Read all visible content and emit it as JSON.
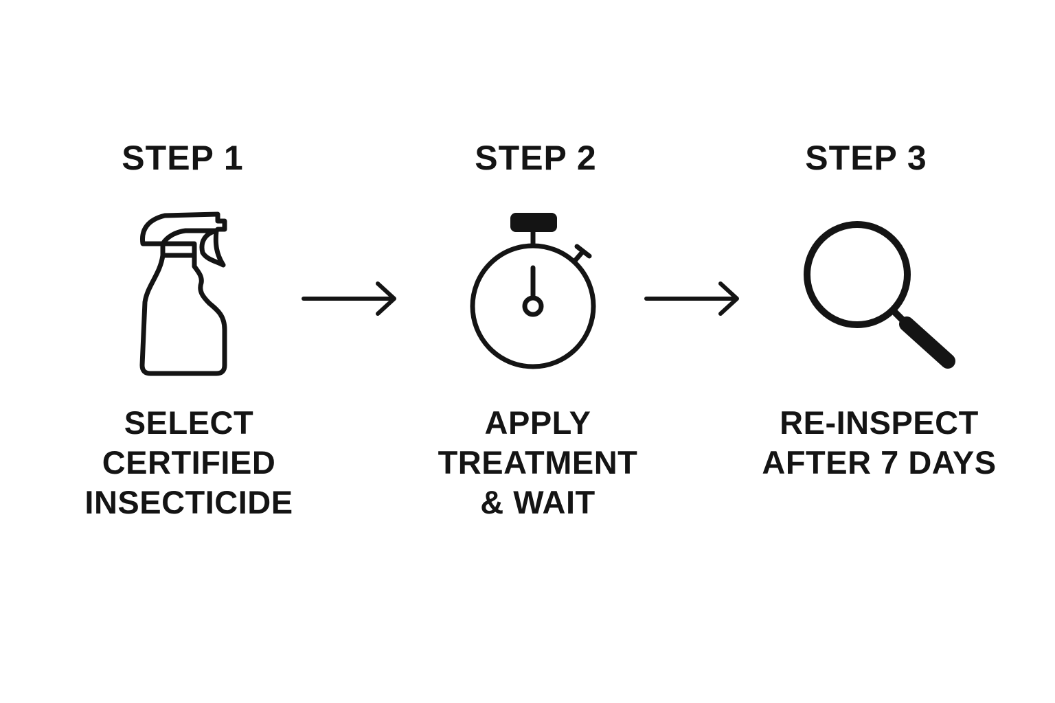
{
  "colors": {
    "background": "#ffffff",
    "ink": "#141414"
  },
  "steps": [
    {
      "title": "STEP 1",
      "icon": "spray-bottle-icon",
      "description": "SELECT\nCERTIFIED\nINSECTICIDE"
    },
    {
      "title": "STEP 2",
      "icon": "stopwatch-icon",
      "description": "APPLY\nTREATMENT\n& WAIT"
    },
    {
      "title": "STEP 3",
      "icon": "magnifying-glass-icon",
      "description": "RE-INSPECT\nAFTER 7 DAYS"
    }
  ],
  "connectors": [
    "right-arrow-icon",
    "right-arrow-icon"
  ]
}
